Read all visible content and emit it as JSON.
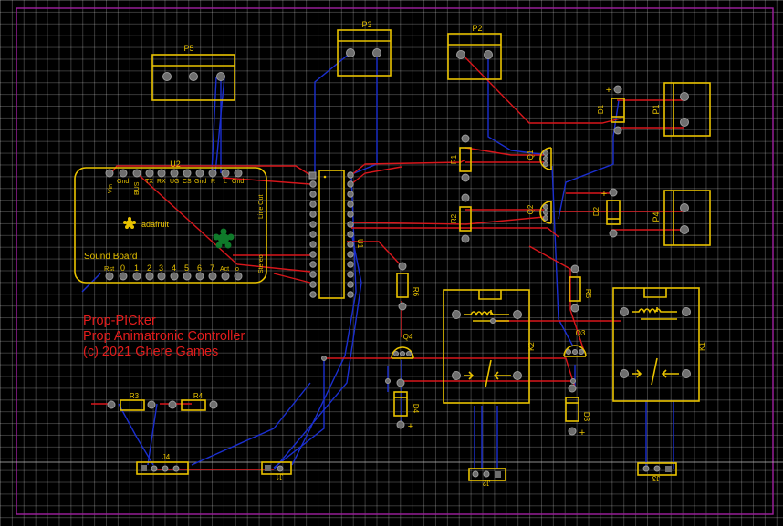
{
  "board_text": {
    "line1": "Prop-PICker",
    "line2": "Prop Animatronic Controller",
    "line3": "(c) 2021 Ghere Games"
  },
  "sound_board": {
    "ref": "U2",
    "brand": "adafruit",
    "name": "Sound Board",
    "top_pins": [
      "Vin",
      "Gnd",
      "BUS",
      "TX",
      "RX",
      "UG",
      "CS",
      "Gnd",
      "R",
      "L",
      "Gnd"
    ],
    "bottom_pins": [
      "Rst",
      "0",
      "1",
      "2",
      "3",
      "4",
      "5",
      "6",
      "7",
      "Act",
      "o"
    ],
    "side_labels": [
      "Line Out",
      "Stereo"
    ]
  },
  "components": {
    "U1": "U1",
    "P1": "P1",
    "P2": "P2",
    "P3": "P3",
    "P4": "P4",
    "P5": "P5",
    "Q1": "Q1",
    "Q2": "Q2",
    "Q3": "Q3",
    "Q4": "Q4",
    "R1": "R1",
    "R2": "R2",
    "R3": "R3",
    "R4": "R4",
    "R5": "R5",
    "R6": "R6",
    "D1": "D1",
    "D2": "D2",
    "D3": "D3",
    "D4": "D4",
    "K1": "K1",
    "K2": "K2",
    "J1": "J1",
    "J2": "J2",
    "J3": "J3",
    "J4": "J4"
  },
  "colors": {
    "silkscreen": "#e8c200",
    "top_copper": "#d8161b",
    "bottom_copper": "#1b2fd0",
    "board_outline": "#a020a0",
    "background": "#000000"
  }
}
